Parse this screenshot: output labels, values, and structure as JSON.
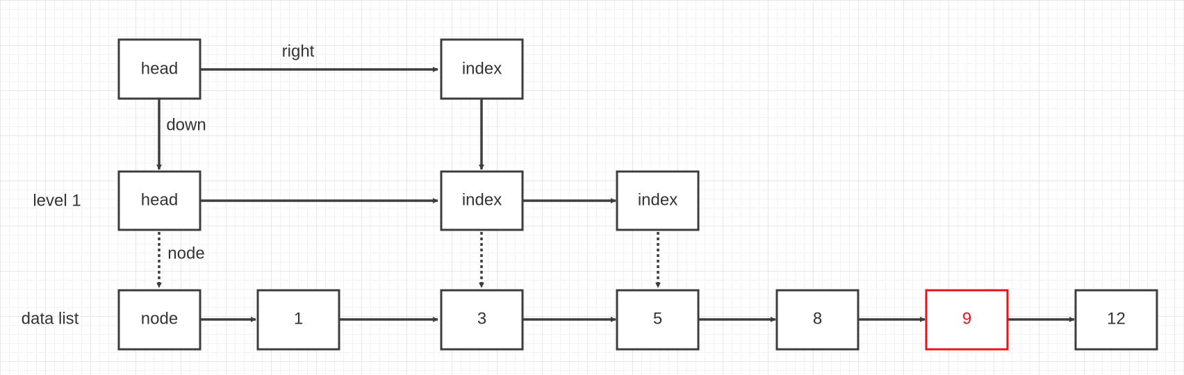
{
  "diagram": {
    "row_labels": {
      "level1": "level 1",
      "data_list": "data list"
    },
    "edge_labels": {
      "right": "right",
      "down": "down",
      "node": "node"
    },
    "nodes": {
      "head_top": "head",
      "index_top": "index",
      "head_level1": "head",
      "index_level1_a": "index",
      "index_level1_b": "index",
      "node_data": "node",
      "data_1": "1",
      "data_3": "3",
      "data_5": "5",
      "data_8": "8",
      "data_9": "9",
      "data_12": "12"
    },
    "highlight_node": "data_9",
    "colors": {
      "stroke": "#3d3d3d",
      "highlight": "#e8141c",
      "text": "#333333"
    }
  }
}
